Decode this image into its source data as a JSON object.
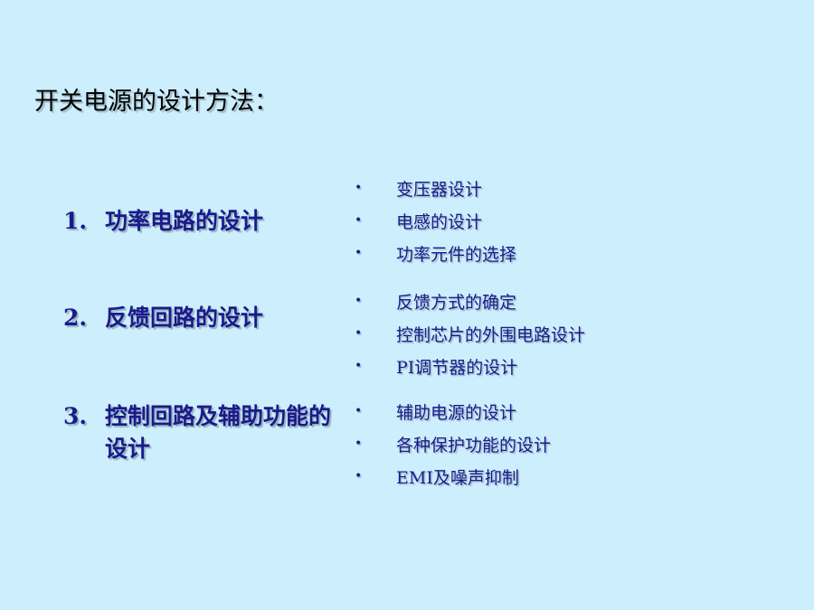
{
  "slide": {
    "title": "开关电源的设计方法："
  },
  "sections": [
    {
      "number": "1.",
      "label": "功率电路的设计",
      "bullets": [
        "变压器设计",
        "电感的设计",
        "功率元件的选择"
      ]
    },
    {
      "number": "2.",
      "label": "反馈回路的设计",
      "bullets": [
        "反馈方式的确定",
        "控制芯片的外围电路设计",
        "PI调节器的设计"
      ]
    },
    {
      "number": "3.",
      "label": "控制回路及辅助功能的设计",
      "bullets": [
        "辅助电源的设计",
        "各种保护功能的设计",
        "EMI及噪声抑制"
      ]
    }
  ],
  "bullet_glyph": "•",
  "colors": {
    "background": "#cdeefd",
    "title_text": "#000000",
    "body_text": "#1a1a8c"
  }
}
